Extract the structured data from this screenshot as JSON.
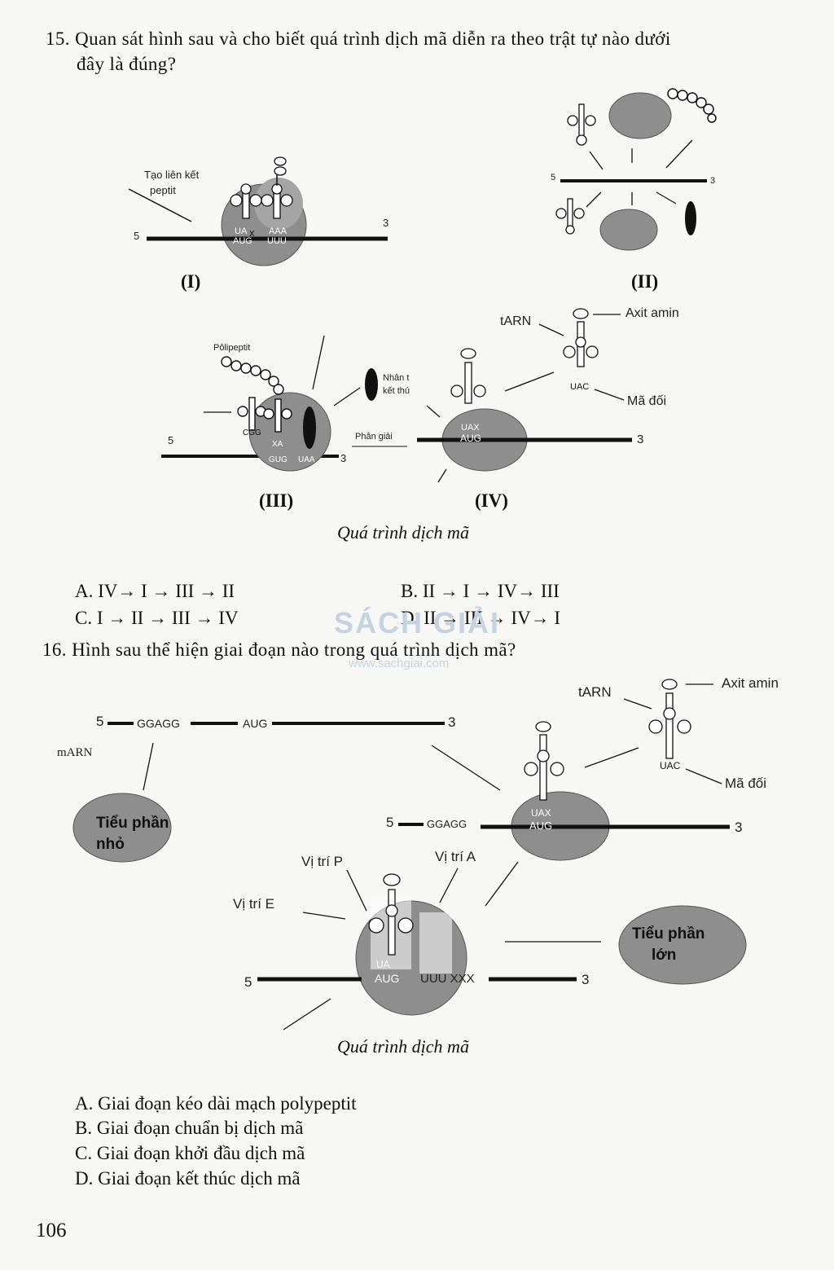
{
  "q15": {
    "prompt_line1": "15. Quan sát hình sau và cho biết quá trình dịch mã diễn ra theo trật tự nào dưới",
    "prompt_line2": "đây là đúng?",
    "fig_labels": {
      "tao_lien_ket_line1": "Tạo liên kết",
      "tao_lien_ket_line2": "peptit",
      "polipeptit": "Pôlipeptit",
      "nhan_to_line1": "Nhân t",
      "nhan_to_line2": "kết thú",
      "phan_giai": "Phân giải",
      "tarn": "tARN",
      "axit_amin": "Axit amin",
      "ma_doi": "Mã đối",
      "five": "5",
      "three": "3"
    },
    "roman": {
      "i": "(I)",
      "ii": "(II)",
      "iii": "(III)",
      "iv": "(IV)"
    },
    "caption": "Quá trình dịch mã",
    "options": {
      "a": "A. IV→ I → III → II",
      "b": "B. II → I → IV→ III",
      "c": "C. I → II → III → IV",
      "d": "D. II → III → IV→ I"
    }
  },
  "q16": {
    "prompt": "16. Hình sau thể hiện giai đoạn nào trong quá trình dịch mã?",
    "fig_labels": {
      "marn": "mARN",
      "ggagg": "GGAGG",
      "aug": "AUG",
      "tieu_phan_nho_line1": "Tiểu phần",
      "tieu_phan_nho_line2": "nhỏ",
      "tarn": "tARN",
      "axit_amin": "Axit amin",
      "ma_doi": "Mã đối",
      "vi_tri_p": "Vị trí P",
      "vi_tri_a": "Vị trí A",
      "vi_tri_e": "Vị trí E",
      "tieu_phan_lon_line1": "Tiểu phần",
      "tieu_phan_lon_line2": "lớn",
      "uuu_xxx": "UUU XXX",
      "five": "5",
      "three": "3"
    },
    "caption": "Quá trình dịch mã",
    "options": {
      "a": "A. Giai đoạn kéo dài mạch polypeptit",
      "b": "B. Giai đoạn chuẩn bị dịch mã",
      "c": "C. Giai đoạn khởi đầu dịch mã",
      "d": "D. Giai đoạn kết thúc dịch mã"
    }
  },
  "watermark": {
    "logo": "SÁCH GIẢI",
    "url": "www.sachgiai.com"
  },
  "page_number": "106",
  "colors": {
    "ribosome": "#8e8e8e",
    "strand": "#111111",
    "watermark": "#c5d2e0"
  }
}
